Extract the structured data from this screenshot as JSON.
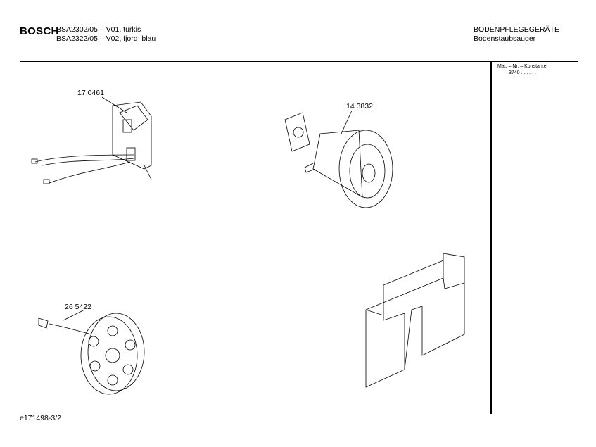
{
  "header": {
    "brand": "BOSCH",
    "models": [
      "BSA2302/05 – V01, türkis",
      "BSA2322/05 – V02, fjord–blau"
    ],
    "category": "BODENPFLEGEGERÄTE",
    "subcategory": "Bodenstaubsauger"
  },
  "sidebar": {
    "mat_label": "Mat. – Nr. – Konstante",
    "mat_value": "3740  .  .    .  .  .  ."
  },
  "parts": [
    {
      "number": "17 0461"
    },
    {
      "number": "14 3832"
    },
    {
      "number": "26 5422"
    }
  ],
  "footer": {
    "doc_id": "e171498-3/2"
  }
}
